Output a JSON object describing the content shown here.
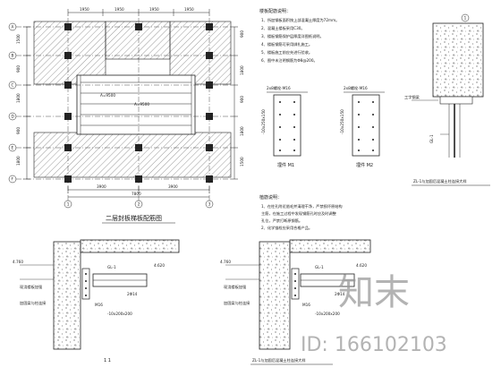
{
  "plan": {
    "title": "二层封板梯板配筋图",
    "dim_total": "7800",
    "dims_bottom": [
      "3900",
      "3900"
    ],
    "dims_top": [
      "1950",
      "1950",
      "1950",
      "1950"
    ],
    "dims_left": [
      "1500",
      "900",
      "1800",
      "900",
      "1800"
    ],
    "dims_right": [
      "900",
      "1800",
      "900",
      "1800",
      "1500"
    ],
    "axis_rows": [
      "A",
      "B",
      "C",
      "D",
      "E",
      "F"
    ],
    "axis_cols": [
      "1",
      "2",
      "3"
    ],
    "mark": "A=9500"
  },
  "notes1": {
    "title": "楼板配筋说明：",
    "items": [
      "1、所加钢板面积按上部混凝土厚度为72mm。",
      "2、混凝土楼板采用C30。",
      "3、楼板钢筋保护层厚度详图纸说明。",
      "4、楼板钢筋可采用绑扎施工。",
      "5、楼板施工前应先进行验收。",
      "6、图中未注明钢筋为Φ8@200。"
    ]
  },
  "notes2": {
    "title": "植筋说明：",
    "items": [
      "1、在柱孔附近凿毛并清理干净，严禁损坏原结构",
      "   主筋，在施工过程中发现钢筋孔时应及时调整",
      "   孔位，严禁打断原钢筋。",
      "2、化学锚栓应采用合格产品。"
    ]
  },
  "plates": [
    {
      "label": "埋件 M1",
      "top": "2x8螺栓-M16",
      "size": "-10x250x150"
    },
    {
      "label": "埋件 M2",
      "top": "2x8螺栓-M16",
      "size": "-10x250x150"
    }
  ],
  "detail_tr": {
    "title": "ZL-1与加固后混凝土柱连接大样",
    "ref": "1",
    "label_beam": "工字钢梁",
    "label_col": "GL-1"
  },
  "sections": [
    {
      "title": "1 1",
      "elev": "4.760",
      "elev2": "4.620",
      "label_a": "现浇楼板加强",
      "label_b": "加固梁与柱连接",
      "beam": "GL-1",
      "rebar": "2Φ14",
      "bolt": "M16",
      "note": "-10x200x200"
    },
    {
      "title": "ZL-1与加固后混凝土柱连接大样",
      "elev": "4.760",
      "elev2": "4.620",
      "label_a": "现浇楼板加强",
      "label_b": "加固梁与柱连接",
      "beam": "GL-1",
      "rebar": "2Φ14",
      "bolt": "M16",
      "note": "-10x200x200"
    }
  ],
  "watermark": {
    "logo": "知末",
    "id": "ID: 166102103"
  },
  "colors": {
    "ink": "#1a1a1a",
    "hatch": "#555555",
    "watermark": "#9a9a9a"
  }
}
